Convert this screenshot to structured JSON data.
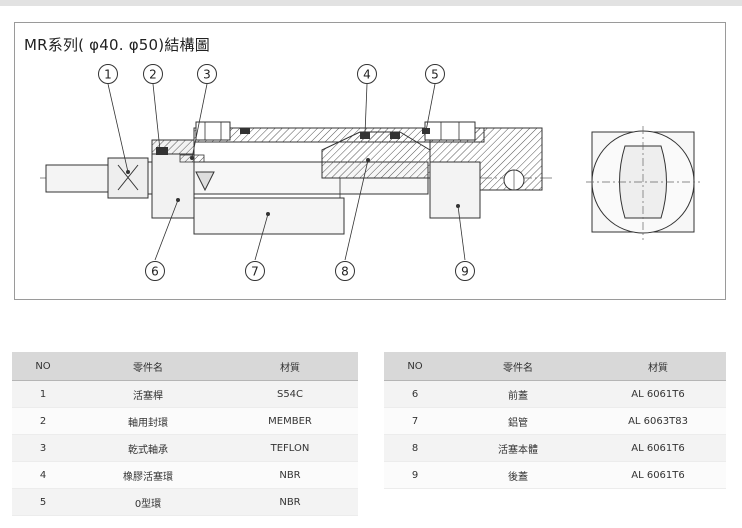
{
  "title": "MR系列( φ40. φ50)結構圖",
  "callouts": [
    "1",
    "2",
    "3",
    "4",
    "5",
    "6",
    "7",
    "8",
    "9"
  ],
  "tables": {
    "headers": {
      "no": "NO",
      "part": "零件名",
      "material": "材質"
    },
    "left": [
      {
        "no": "1",
        "part": "活塞桿",
        "material": "S54C"
      },
      {
        "no": "2",
        "part": "軸用封環",
        "material": "MEMBER"
      },
      {
        "no": "3",
        "part": "乾式軸承",
        "material": "TEFLON"
      },
      {
        "no": "4",
        "part": "橡膠活塞環",
        "material": "NBR"
      },
      {
        "no": "5",
        "part": "0型環",
        "material": "NBR"
      }
    ],
    "right": [
      {
        "no": "6",
        "part": "前蓋",
        "material": "AL 6061T6"
      },
      {
        "no": "7",
        "part": "鋁管",
        "material": "AL 6063T83"
      },
      {
        "no": "8",
        "part": "活塞本體",
        "material": "AL 6061T6"
      },
      {
        "no": "9",
        "part": "後蓋",
        "material": "AL 6061T6"
      }
    ]
  }
}
